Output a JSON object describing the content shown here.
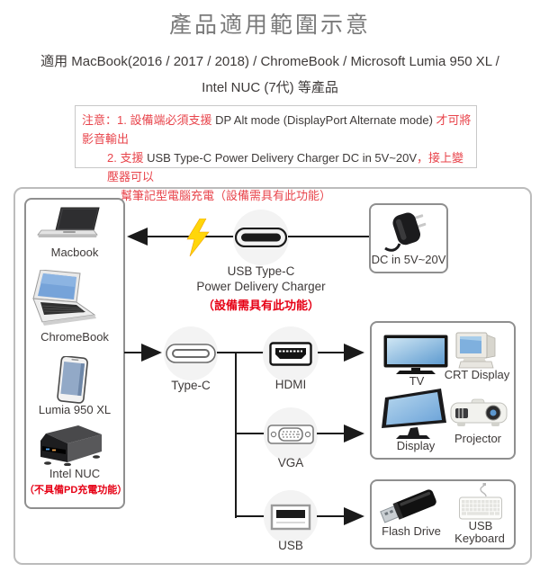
{
  "title": "產品適用範圍示意",
  "subtitle": {
    "line1": "適用 MacBook(2016 / 2017 / 2018) / ChromeBook / Microsoft Lumia 950 XL /",
    "line2": "Intel NUC (7代) 等產品"
  },
  "notice": {
    "line1": {
      "red_a": "注意：1. 設備端必須支援 ",
      "dark": "DP Alt mode (DisplayPort Alternate mode) ",
      "red_b": "才可將影音輸出"
    },
    "line2": {
      "red_a": "2. 支援 ",
      "dark": "USB Type-C Power Delivery Charger DC in 5V~20V",
      "red_b": "，接上變壓器可以"
    },
    "line3": {
      "red": "幫筆記型電腦充電（設備需具有此功能）"
    }
  },
  "devices": {
    "macbook": "Macbook",
    "chromebook": "ChromeBook",
    "lumia": "Lumia 950 XL",
    "nuc": "Intel NUC",
    "nuc_note": "（不具備PD充電功能）"
  },
  "charger": {
    "label_line1": "USB Type-C",
    "label_line2": "Power Delivery Charger",
    "note": "（設備需具有此功能）",
    "dc_label": "DC in 5V~20V"
  },
  "ports": {
    "typec": "Type-C",
    "hdmi": "HDMI",
    "vga": "VGA",
    "usb": "USB"
  },
  "outputs": {
    "tv": "TV",
    "crt": "CRT Display",
    "display": "Display",
    "projector": "Projector",
    "flash": "Flash Drive",
    "keyboard_line1": "USB",
    "keyboard_line2": "Keyboard"
  },
  "colors": {
    "red_text": "#e8444b",
    "red_bold": "#e60015",
    "text_dark": "#3e3a39",
    "title_gray": "#7a7a7a",
    "line_black": "#1a1a1a",
    "bolt_yellow": "#ffd60a",
    "screen_blue": "#6aa2d8"
  }
}
